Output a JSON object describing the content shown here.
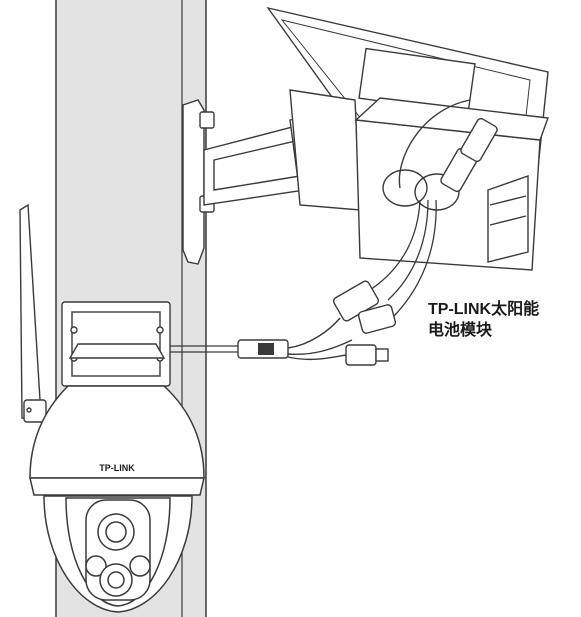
{
  "camera": {
    "brand_text": "TP-LINK"
  },
  "battery_label": {
    "line1": "TP-LINK太阳能",
    "line2": "电池模块"
  },
  "colors": {
    "line": "#3a3a3a",
    "wall": "#e3e3e3",
    "panel": "#ffffff",
    "cable": "#7d7d7d"
  }
}
